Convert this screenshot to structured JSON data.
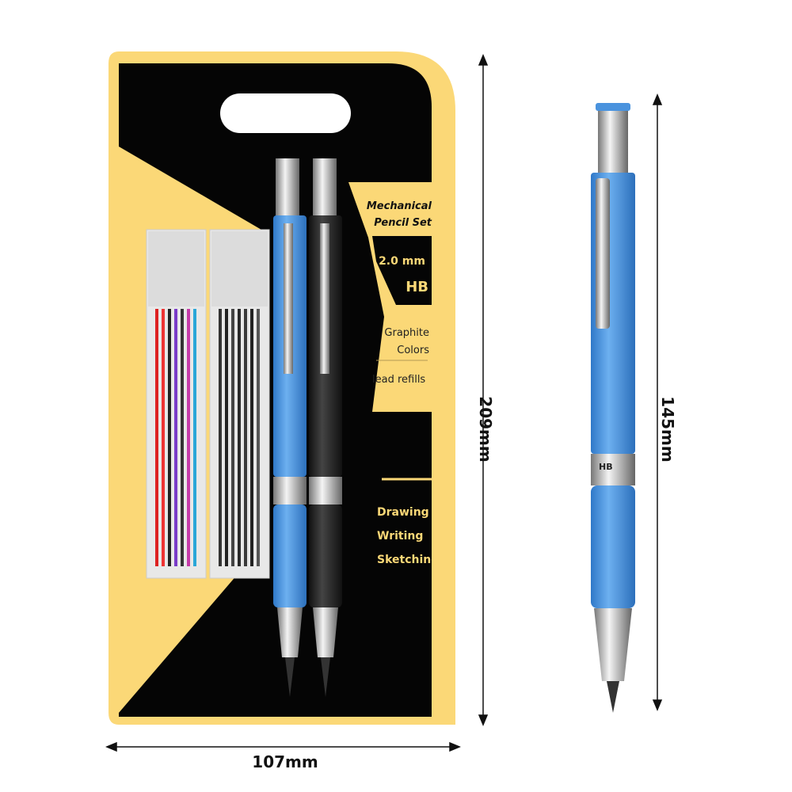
{
  "package": {
    "title_line1": "Mechanical",
    "title_line2": "Pencil Set",
    "size": "2.0 mm",
    "grade": "HB",
    "colors_line1": "Graphite",
    "colors_line2": "Colors",
    "refills": "lead refills",
    "uses": [
      "Drawing",
      "Writing",
      "Sketching"
    ],
    "pencil_band": "HB"
  },
  "dimensions": {
    "package_height": "209mm",
    "package_width": "107mm",
    "pencil_length": "145mm"
  },
  "colors": {
    "yellow": "#fbd877",
    "black": "#050505",
    "pencil_blue": "#4a93de"
  }
}
